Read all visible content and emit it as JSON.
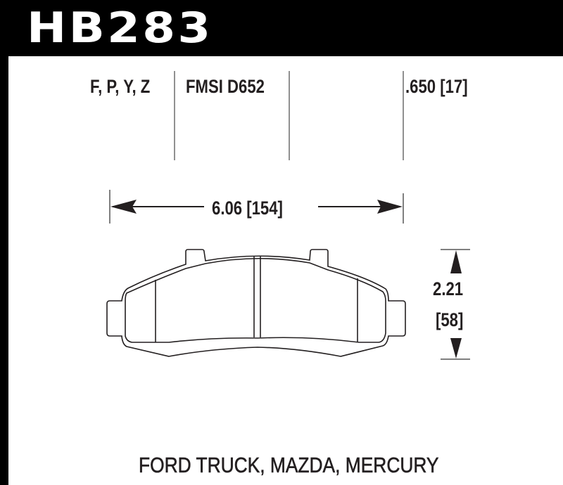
{
  "header": {
    "part_number": "HB283",
    "background": "#000000",
    "text_color": "#ffffff"
  },
  "specs": {
    "compounds": "F, P, Y, Z",
    "fmsi": "FMSI D652",
    "thickness": ".650 [17]"
  },
  "dimensions": {
    "width": "6.06 [154]",
    "height_in": "2.21",
    "height_mm": "[58]"
  },
  "application": "FORD TRUCK, MAZDA, MERCURY",
  "drawing": {
    "subject": "brake-pad-outline",
    "line_color": "#231f20"
  }
}
